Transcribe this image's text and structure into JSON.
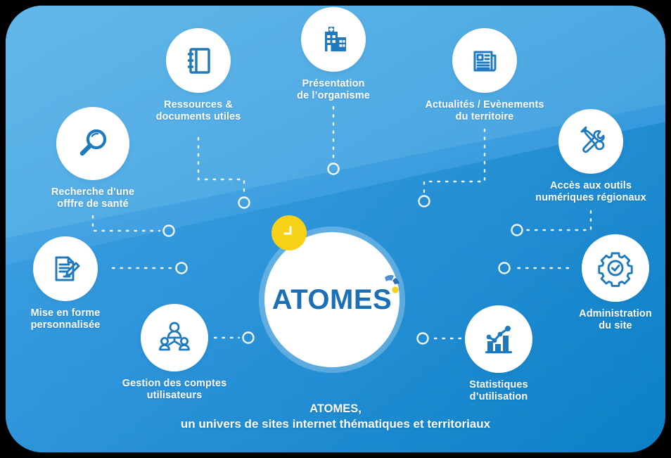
{
  "theme": {
    "bg_light": "#5cb3e8",
    "bg_dark": "#0a7fc4",
    "bubble_bg": "#ffffff",
    "icon_blue": "#1f79bd",
    "logo_blue": "#1a6fb5",
    "badge_yellow": "#f7d117",
    "caption_color": "#ffffff"
  },
  "center": {
    "logo_text": "ATOMES",
    "badge_icon": "clock-icon",
    "dots_icon": "orbit-dots"
  },
  "footer": {
    "line1": "ATOMES,",
    "line2": "un univers de sites internet thématiques et territoriaux"
  },
  "nodes": [
    {
      "id": "ressources",
      "icon": "notebook-icon",
      "label": "Ressources &\ndocuments utiles"
    },
    {
      "id": "presentation",
      "icon": "hospital-icon",
      "label": "Présentation\nde l’organisme"
    },
    {
      "id": "actualites",
      "icon": "newspaper-icon",
      "label": "Actualités / Evènements\ndu territoire"
    },
    {
      "id": "outils",
      "icon": "tools-icon",
      "label": "Accès aux outils\nnumériques régionaux"
    },
    {
      "id": "recherche",
      "icon": "magnifier-icon",
      "label": "Recherche d’une\nofffre de santé"
    },
    {
      "id": "miseenforme",
      "icon": "document-pen-icon",
      "label": "Mise en forme\npersonnalisée"
    },
    {
      "id": "comptes",
      "icon": "users-group-icon",
      "label": "Gestion des comptes\nutilisateurs"
    },
    {
      "id": "statistiques",
      "icon": "bar-chart-icon",
      "label": "Statistiques\nd’utilisation"
    },
    {
      "id": "administration",
      "icon": "gear-check-icon",
      "label": "Administration\ndu site"
    }
  ]
}
